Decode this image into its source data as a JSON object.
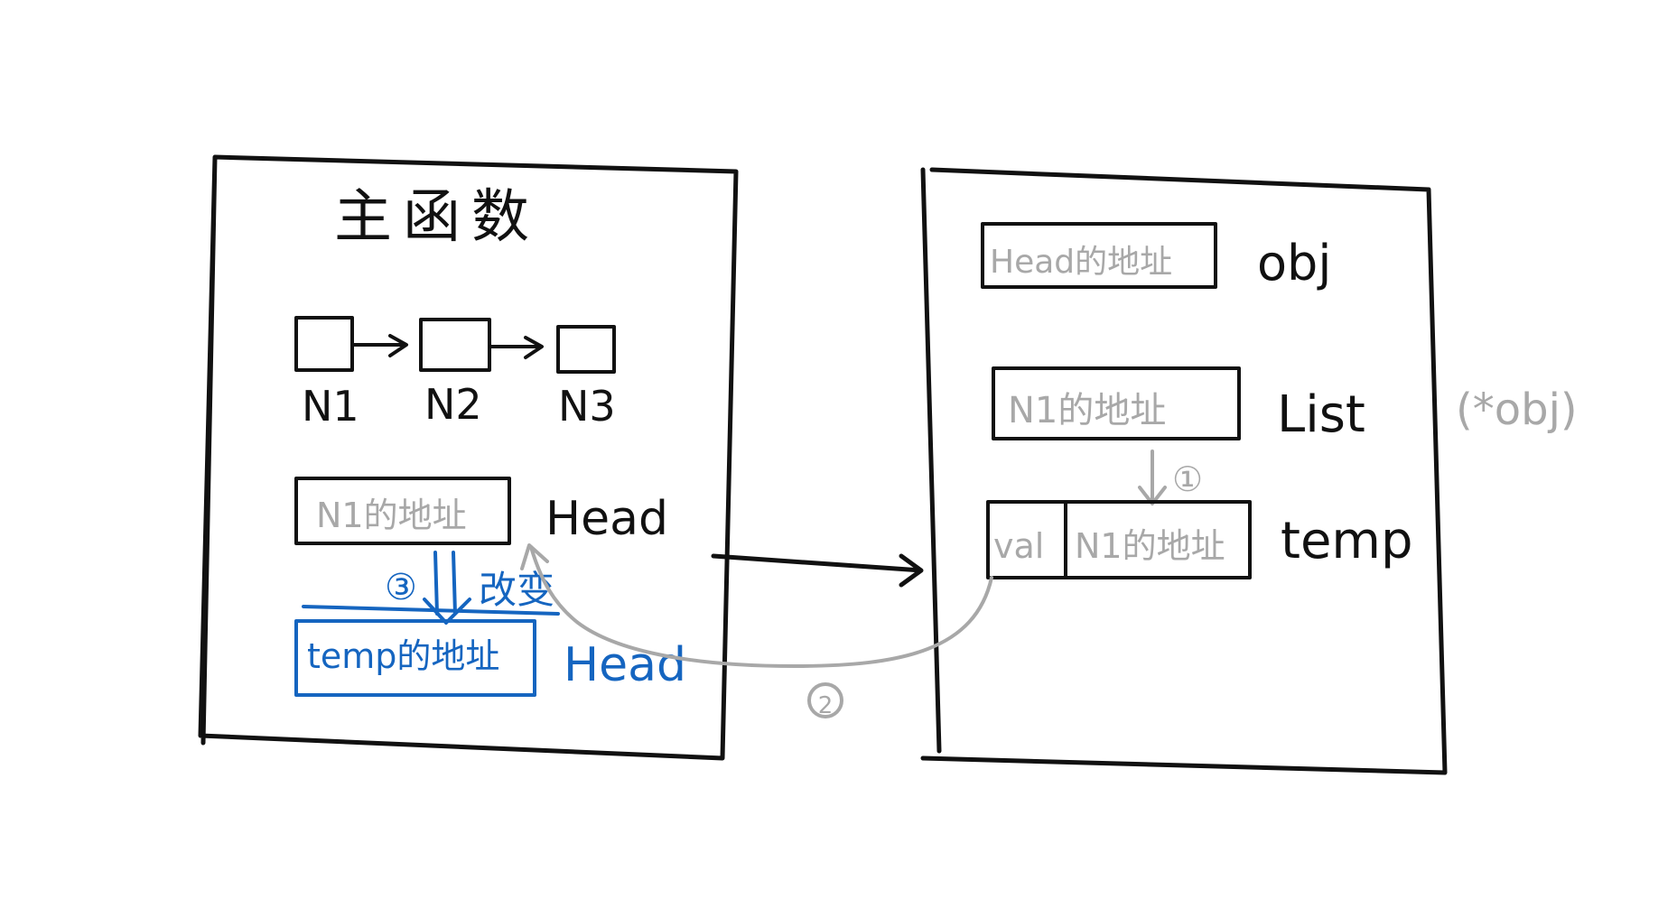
{
  "main_frame": {
    "title": "主函数",
    "nodes": [
      "N1",
      "N2",
      "N3"
    ],
    "head_cell": "N1的地址",
    "head_label": "Head",
    "step3_marker": "③",
    "change_label": "改变",
    "new_head_cell": "temp的地址",
    "new_head_label": "Head"
  },
  "func_frame": {
    "obj_cell": "Head的地址",
    "obj_label": "obj",
    "list_cell": "N1的地址",
    "list_label": "List",
    "list_note": "(*obj)",
    "step1_marker": "①",
    "temp_val_cell": "val",
    "temp_next_cell": "N1的地址",
    "temp_label": "temp"
  },
  "step2_marker": "②",
  "colors": {
    "ink": "#111111",
    "grey": "#a8a8a8",
    "blue": "#1565c0"
  }
}
